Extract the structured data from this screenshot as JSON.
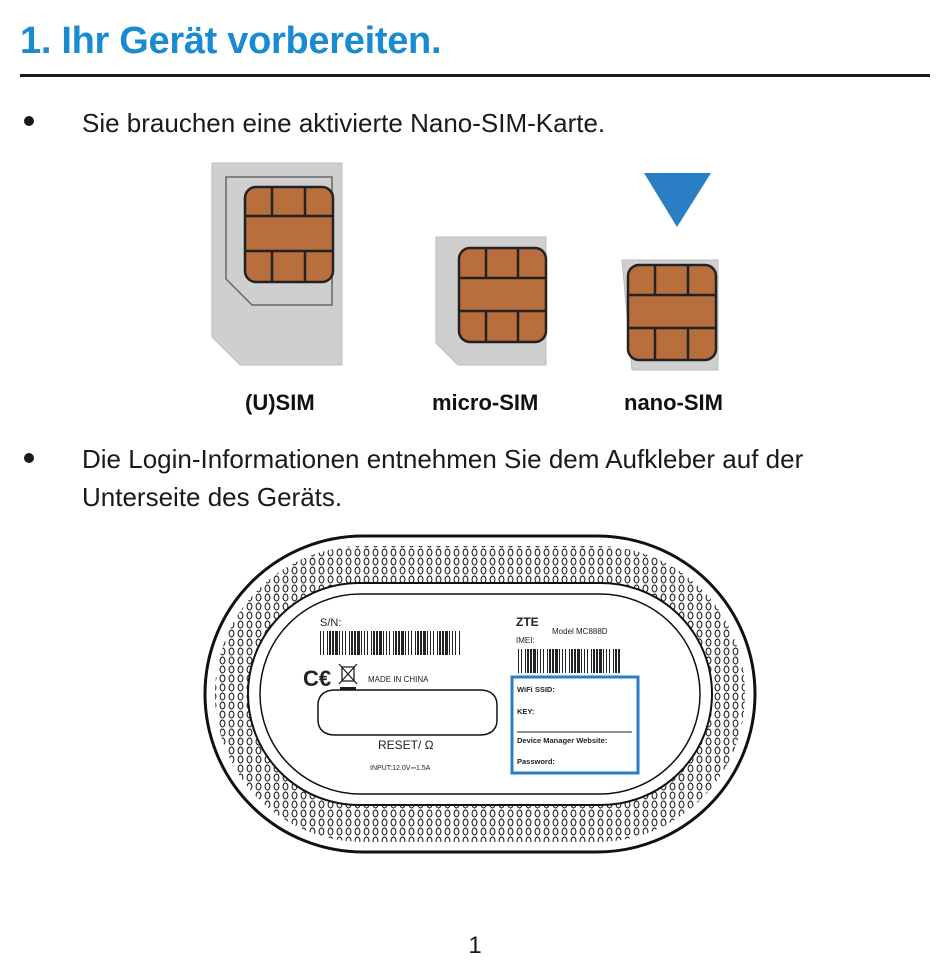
{
  "heading": "1. Ihr Gerät vorbereiten.",
  "bullets": [
    {
      "text": "Sie brauchen eine aktivierte Nano-SIM-Karte."
    },
    {
      "line1": "Die Login-Informationen entnehmen Sie dem Aufkleber auf der",
      "line2": "Unterseite des Geräts."
    }
  ],
  "sim_cards": {
    "usim": "(U)SIM",
    "micro": "micro-SIM",
    "nano": "nano-SIM"
  },
  "sticker": {
    "sn": "S/N:",
    "made_in": "MADE IN CHINA",
    "reset": "RESET/ Ω",
    "input": "INPUT:12.0V⎓1.5A",
    "brand": "ZTE",
    "model": "Model MC888D",
    "imei": "IMEI:",
    "wifi_ssid": "WiFi SSID:",
    "key": "KEY:",
    "website": "Device Manager Website:",
    "password": "Password:"
  },
  "page_number": "1",
  "colors": {
    "accent": "#1a8bd0",
    "chip": "#b86e3d",
    "highlight": "#2a7fc4"
  }
}
